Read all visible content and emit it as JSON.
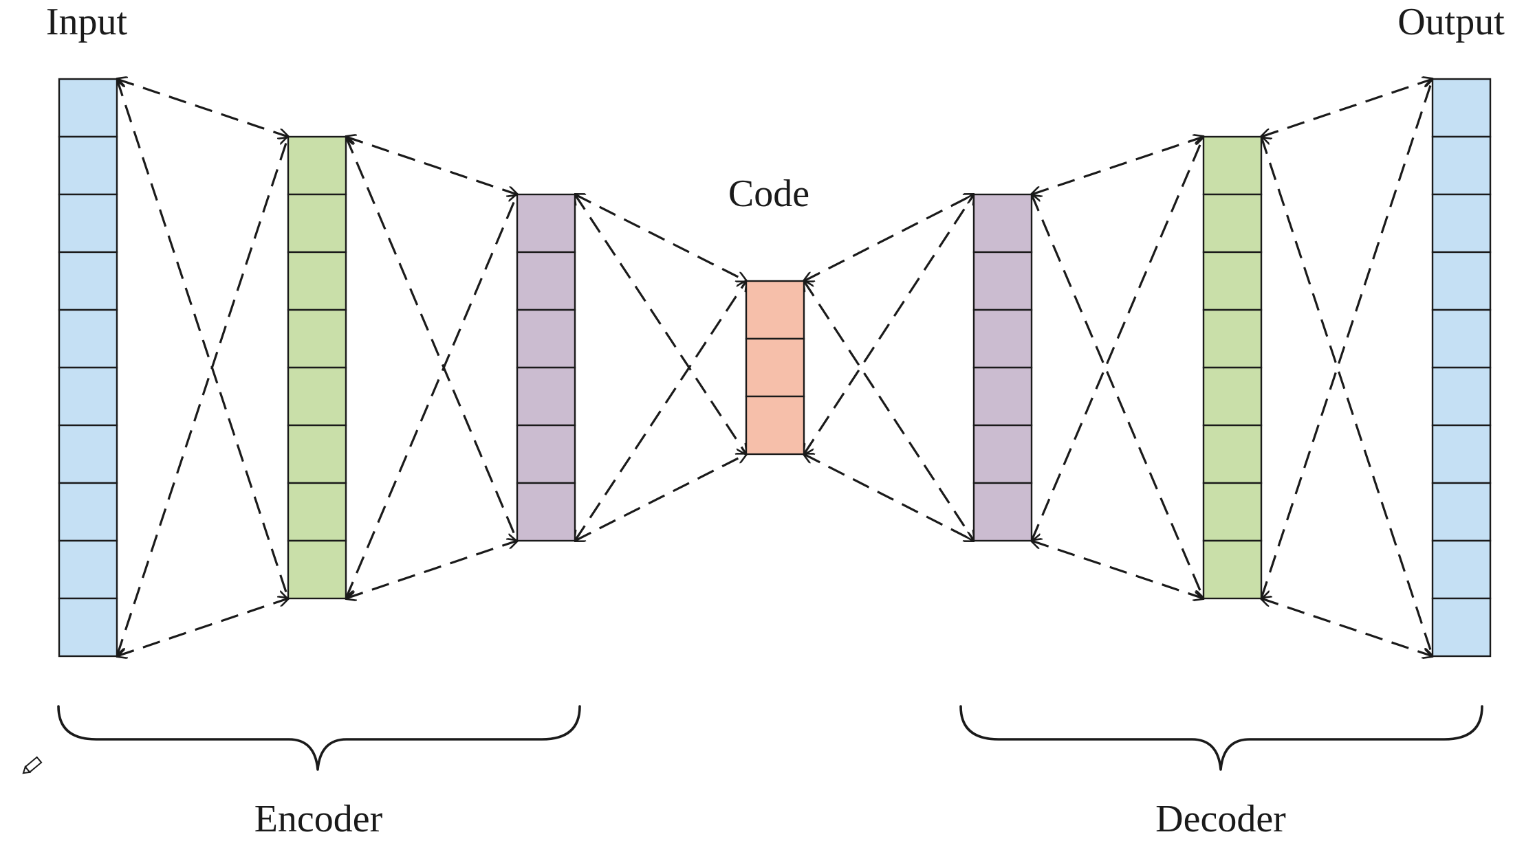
{
  "labels": {
    "input": "Input",
    "output": "Output",
    "code": "Code",
    "encoder": "Encoder",
    "decoder": "Decoder"
  },
  "layers": [
    {
      "id": "input",
      "cells": 10,
      "color": "#c5e0f4"
    },
    {
      "id": "enc-h1",
      "cells": 8,
      "color": "#c9dfa9"
    },
    {
      "id": "enc-h2",
      "cells": 6,
      "color": "#cbbcd0"
    },
    {
      "id": "code",
      "cells": 3,
      "color": "#f6bfaa"
    },
    {
      "id": "dec-h1",
      "cells": 6,
      "color": "#cbbcd0"
    },
    {
      "id": "dec-h2",
      "cells": 8,
      "color": "#c9dfa9"
    },
    {
      "id": "output",
      "cells": 10,
      "color": "#c5e0f4"
    }
  ],
  "icons": {
    "cursor": "pencil-icon"
  }
}
